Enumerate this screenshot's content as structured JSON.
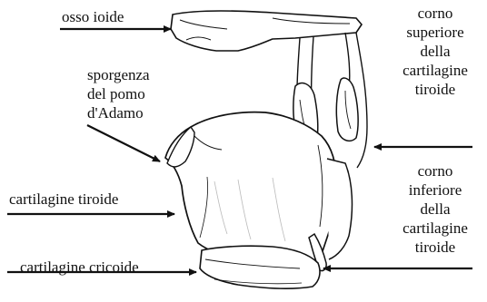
{
  "labels": {
    "osso_ioide": "osso ioide",
    "pomo": [
      "sporgenza",
      "del pomo",
      "d'Adamo"
    ],
    "tiroide": "cartilagine tiroide",
    "cricoide": "cartilagine cricoide",
    "corno_superiore": [
      "corno",
      "superiore",
      "della",
      "cartilagine",
      "tiroide"
    ],
    "corno_inferiore": [
      "corno",
      "inferiore",
      "della",
      "cartilagine",
      "tiroide"
    ]
  },
  "colors": {
    "ink": "#111111",
    "shade": "#d8d8d8"
  }
}
